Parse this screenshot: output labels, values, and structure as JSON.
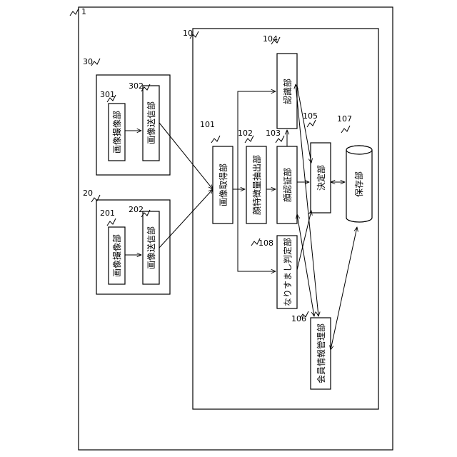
{
  "system": {
    "ref": "1"
  },
  "server": {
    "ref": "10"
  },
  "camera_a": {
    "ref": "30",
    "capture": {
      "ref": "301",
      "label": "画像撮像部"
    },
    "send": {
      "ref": "302",
      "label": "画像送信部"
    }
  },
  "camera_b": {
    "ref": "20",
    "capture": {
      "ref": "201",
      "label": "画像撮像部"
    },
    "send": {
      "ref": "202",
      "label": "画像送信部"
    }
  },
  "units": {
    "acquire": {
      "ref": "101",
      "label": "画像取得部"
    },
    "feature": {
      "ref": "102",
      "label": "顔特徴量抽出部"
    },
    "face_auth": {
      "ref": "103",
      "label": "顔認証部"
    },
    "recognize": {
      "ref": "104",
      "label": "認識部"
    },
    "decide": {
      "ref": "105",
      "label": "決定部"
    },
    "member": {
      "ref": "106",
      "label": "会員情報管理部"
    },
    "storage": {
      "ref": "107",
      "label": "保存部"
    },
    "spoof": {
      "ref": "108",
      "label": "なりすまし判定部"
    }
  }
}
